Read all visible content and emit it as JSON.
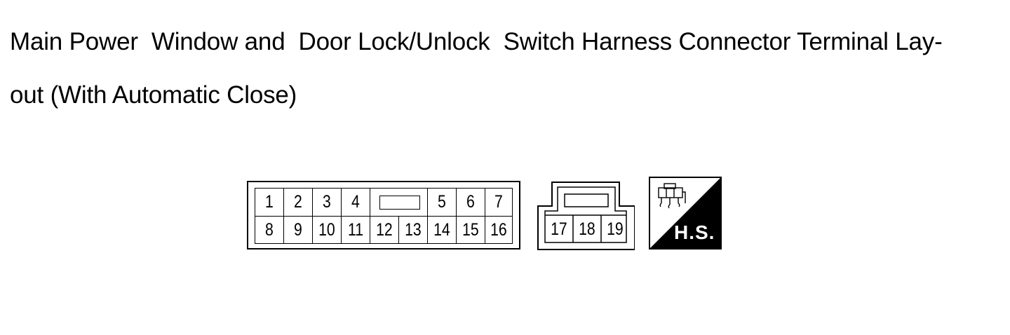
{
  "title_line1_parts": [
    "Main Power",
    "Window and",
    "Door Lock/Unlock",
    "Switch Harness Connector Terminal Lay-"
  ],
  "title_line2": "out (With Automatic Close)",
  "connector_main": {
    "row1": [
      "1",
      "2",
      "3",
      "4",
      "",
      "5",
      "6",
      "7"
    ],
    "row2": [
      "8",
      "9",
      "10",
      "11",
      "12",
      "13",
      "14",
      "15",
      "16"
    ]
  },
  "connector_small": {
    "row": [
      "17",
      "18",
      "19"
    ]
  },
  "badge": {
    "label": "H.S.",
    "icon": "harness-side-icon"
  }
}
